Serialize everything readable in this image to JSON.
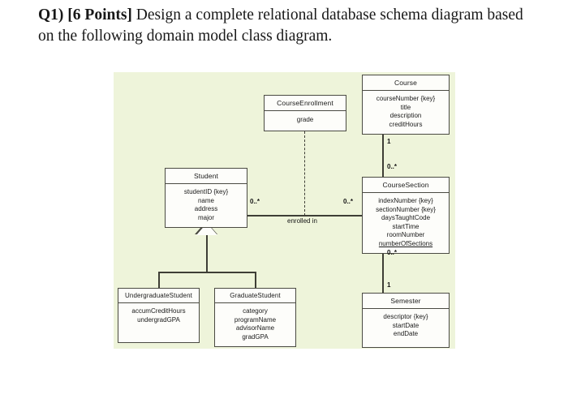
{
  "question": {
    "label": "Q1) [6 Points]",
    "text": " Design a complete relational database schema diagram based on the following domain model class diagram."
  },
  "diagram": {
    "type": "uml-class-diagram",
    "canvas_color": "#eef4da",
    "box_fill": "#fdfdfa",
    "line_color": "#3e3e36",
    "classes": [
      {
        "id": "course",
        "name": "Course",
        "attributes": [
          "courseNumber  {key}",
          "title",
          "description",
          "creditHours"
        ]
      },
      {
        "id": "course-enrollment",
        "name": "CourseEnrollment",
        "attributes": [
          "grade"
        ]
      },
      {
        "id": "student",
        "name": "Student",
        "attributes": [
          "studentID  {key}",
          "name",
          "address",
          "major"
        ]
      },
      {
        "id": "course-section",
        "name": "CourseSection",
        "attributes": [
          "indexNumber {key}",
          "sectionNumber {key}",
          "daysTaughtCode",
          "startTime",
          "roomNumber",
          "numberOfSections"
        ],
        "static_attributes": [
          "numberOfSections"
        ]
      },
      {
        "id": "undergraduate-student",
        "name": "UndergraduateStudent",
        "attributes": [
          "accumCreditHours",
          "undergradGPA"
        ]
      },
      {
        "id": "graduate-student",
        "name": "GraduateStudent",
        "attributes": [
          "category",
          "programName",
          "advisorName",
          "gradGPA"
        ]
      },
      {
        "id": "semester",
        "name": "Semester",
        "attributes": [
          "descriptor {key}",
          "startDate",
          "endDate"
        ]
      }
    ],
    "associations": [
      {
        "id": "course-coursesection",
        "from": "Course",
        "to": "CourseSection",
        "from_multiplicity": "1",
        "to_multiplicity": "0..*",
        "label": ""
      },
      {
        "id": "student-coursesection",
        "from": "Student",
        "to": "CourseSection",
        "from_multiplicity": "0..*",
        "to_multiplicity": "0..*",
        "label": "enrolled in",
        "association_class": "CourseEnrollment"
      },
      {
        "id": "coursesection-semester",
        "from": "CourseSection",
        "to": "Semester",
        "from_multiplicity": "0..*",
        "to_multiplicity": "1",
        "label": ""
      }
    ],
    "generalization": {
      "superclass": "Student",
      "subclasses": [
        "UndergraduateStudent",
        "GraduateStudent"
      ]
    }
  }
}
